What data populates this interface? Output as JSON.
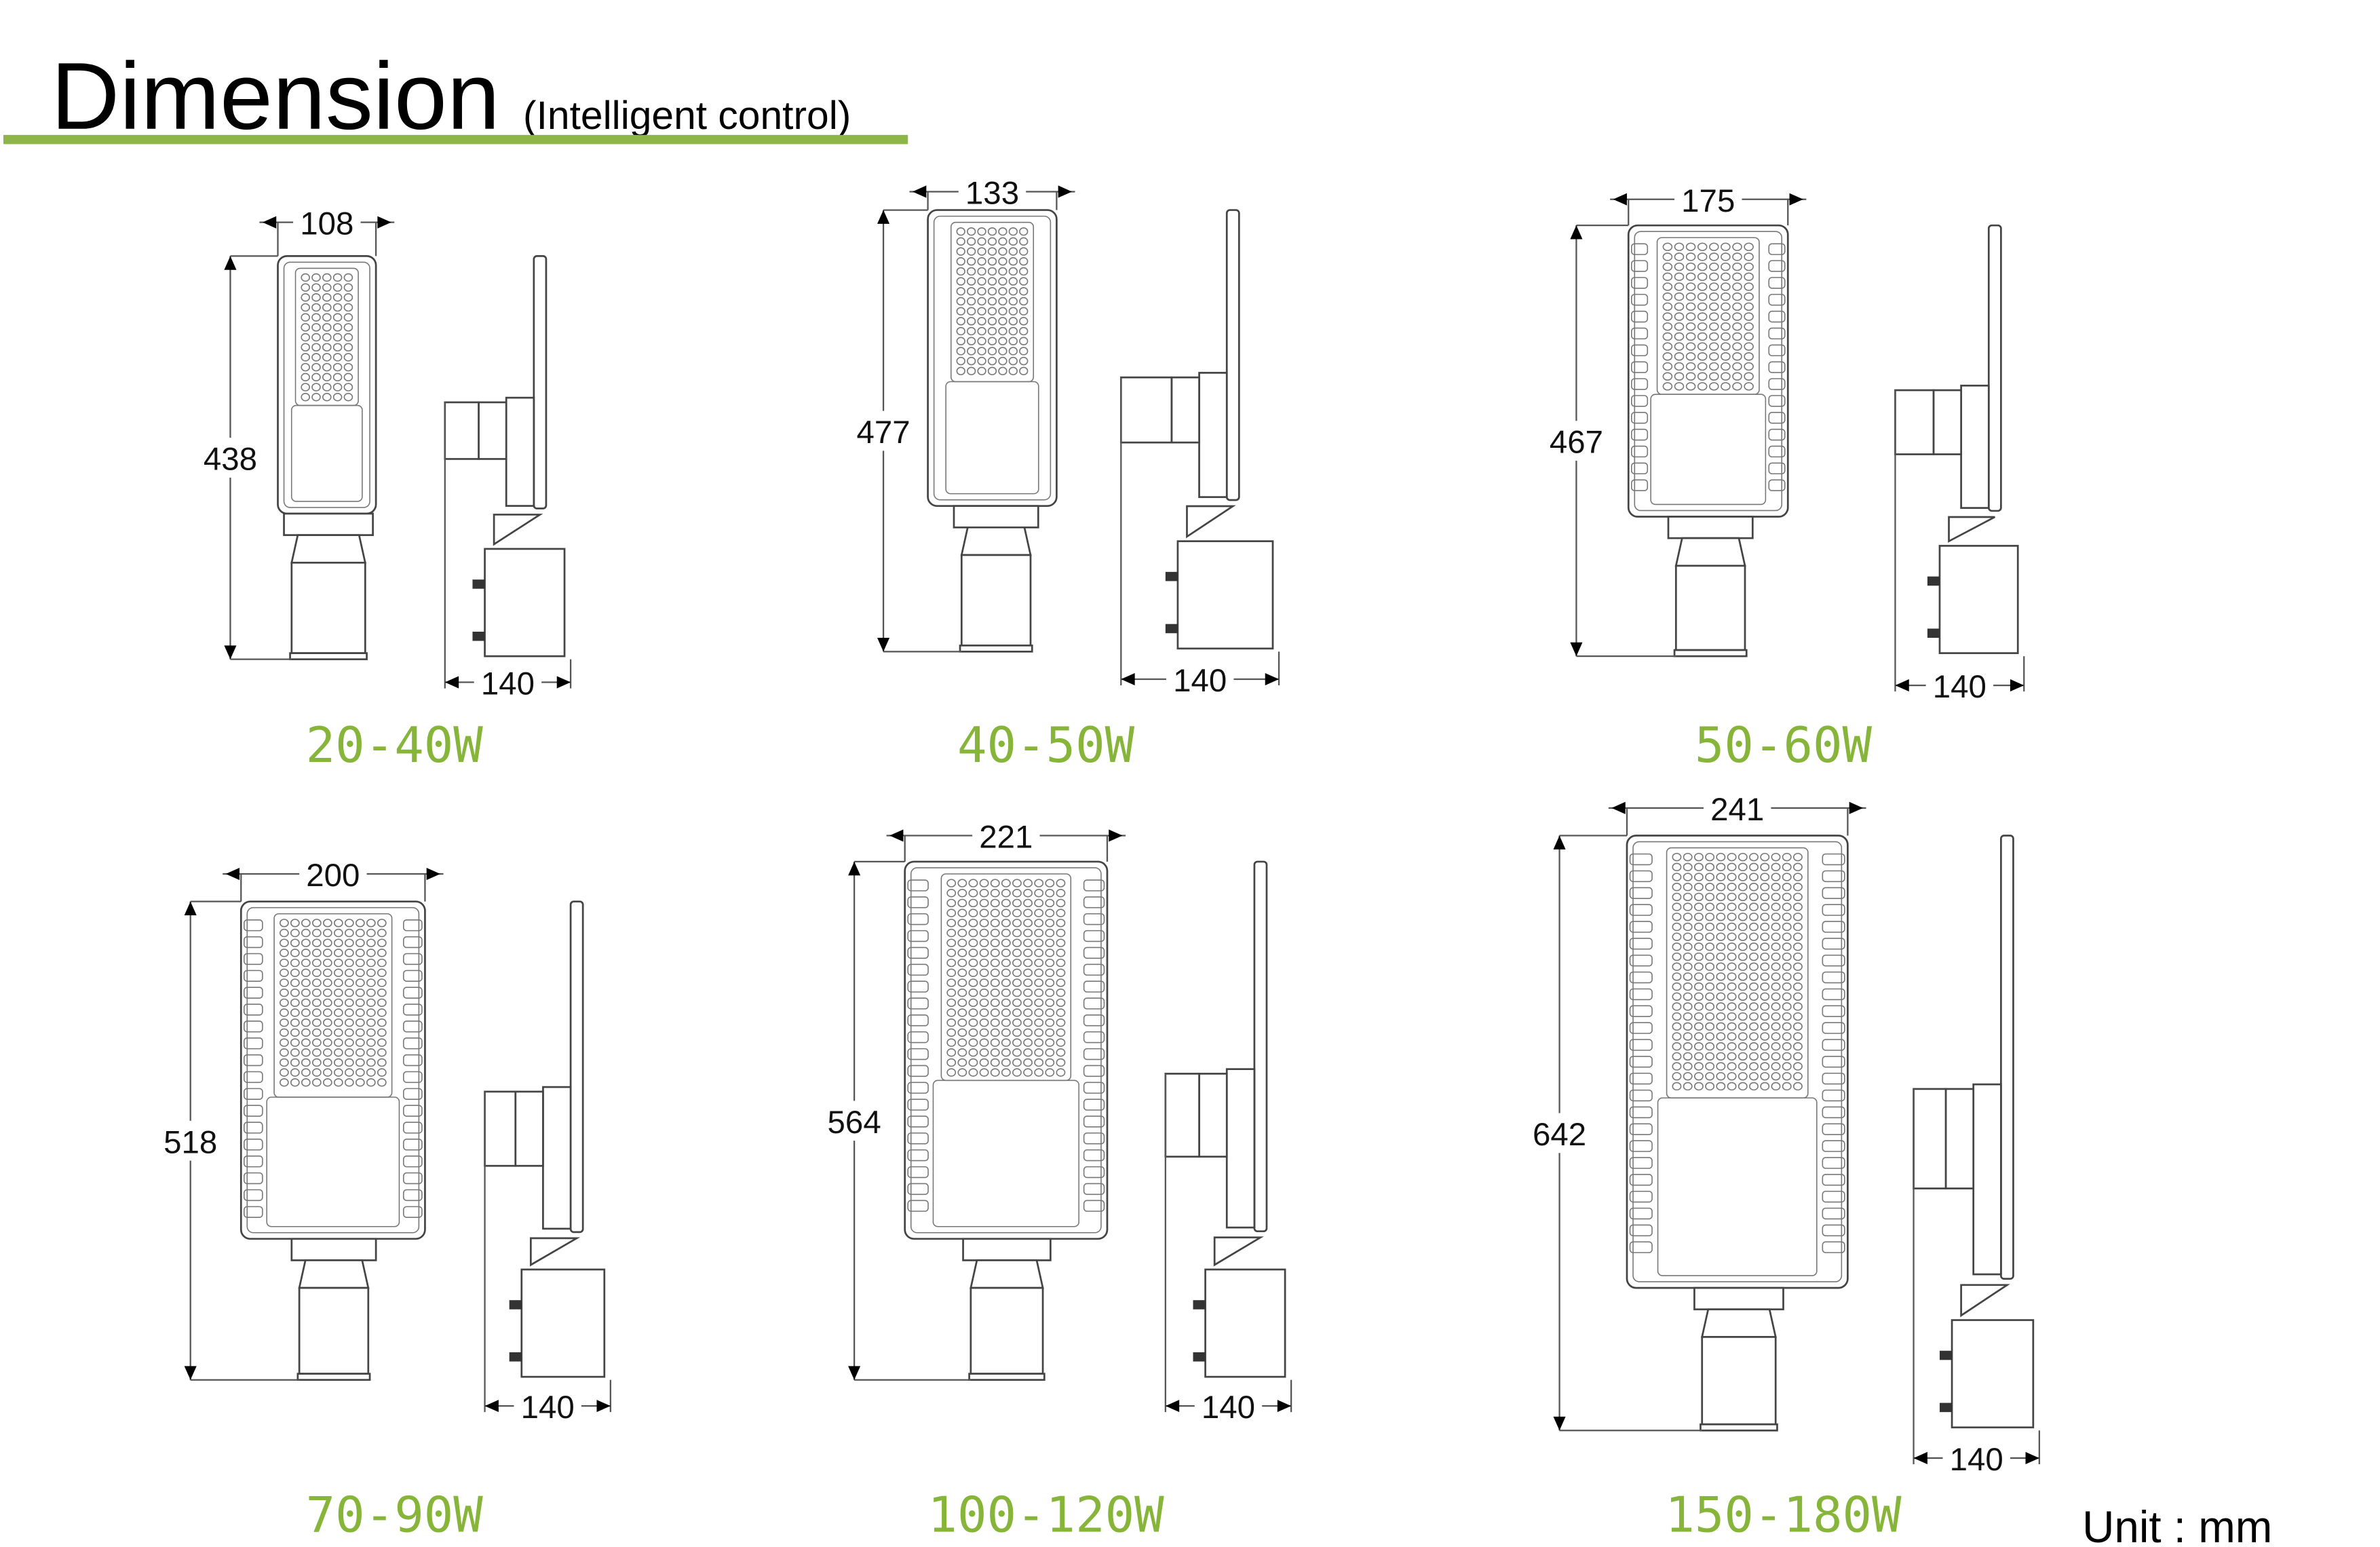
{
  "header": {
    "title": "Dimension",
    "subtitle": "(Intelligent control)"
  },
  "colors": {
    "accent": "#8db548",
    "model_label": "#86b53a"
  },
  "models": [
    {
      "label": "20-40W",
      "width": "108",
      "height": "438",
      "depth": "140"
    },
    {
      "label": "40-50W",
      "width": "133",
      "height": "477",
      "depth": "140"
    },
    {
      "label": "50-60W",
      "width": "175",
      "height": "467",
      "depth": "140"
    },
    {
      "label": "70-90W",
      "width": "200",
      "height": "518",
      "depth": "140"
    },
    {
      "label": "100-120W",
      "width": "221",
      "height": "564",
      "depth": "140"
    },
    {
      "label": "150-180W",
      "width": "241",
      "height": "642",
      "depth": "140"
    }
  ],
  "unit": "Unit : mm"
}
